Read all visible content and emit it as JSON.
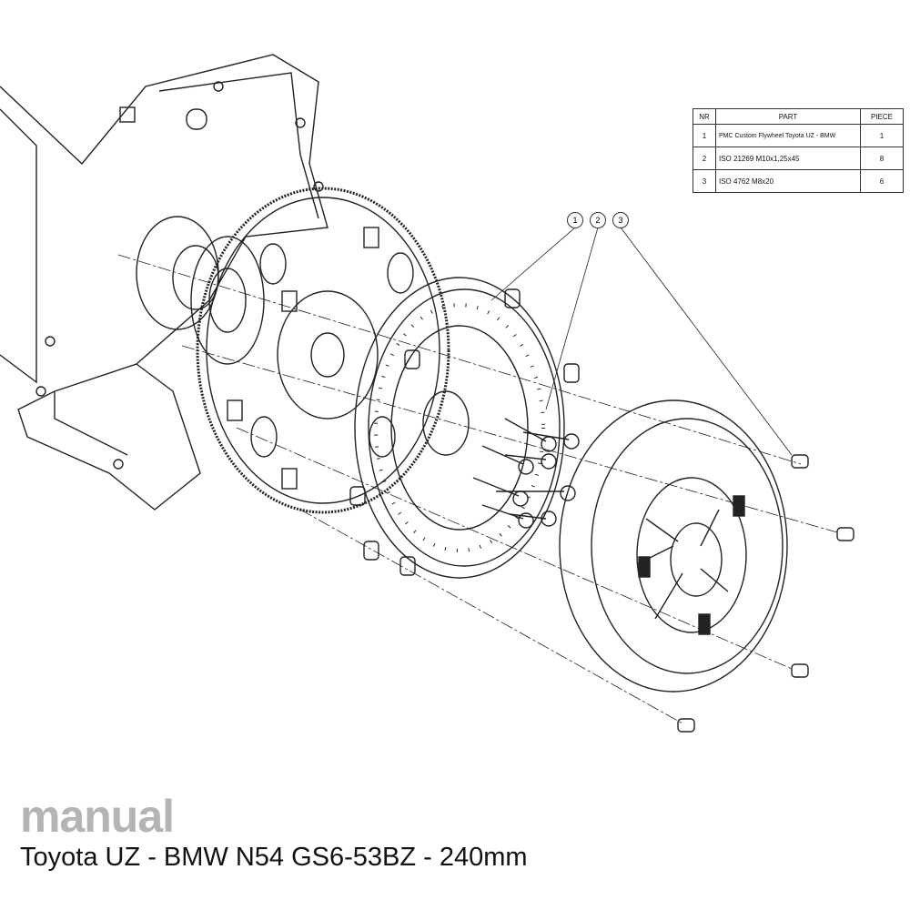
{
  "parts_table": {
    "headers": [
      "NR",
      "PART",
      "PIECE"
    ],
    "rows": [
      {
        "nr": "1",
        "part": "PMC Custom Flywheel Toyota UZ - BMW",
        "piece": "1"
      },
      {
        "nr": "2",
        "part": "ISO 21269 M10x1,25x45",
        "piece": "8"
      },
      {
        "nr": "3",
        "part": "ISO 4762 M8x20",
        "piece": "6"
      }
    ]
  },
  "callouts": [
    "1",
    "2",
    "3"
  ],
  "brand": "manual",
  "title": "Toyota UZ - BMW N54 GS6-53BZ - 240mm"
}
